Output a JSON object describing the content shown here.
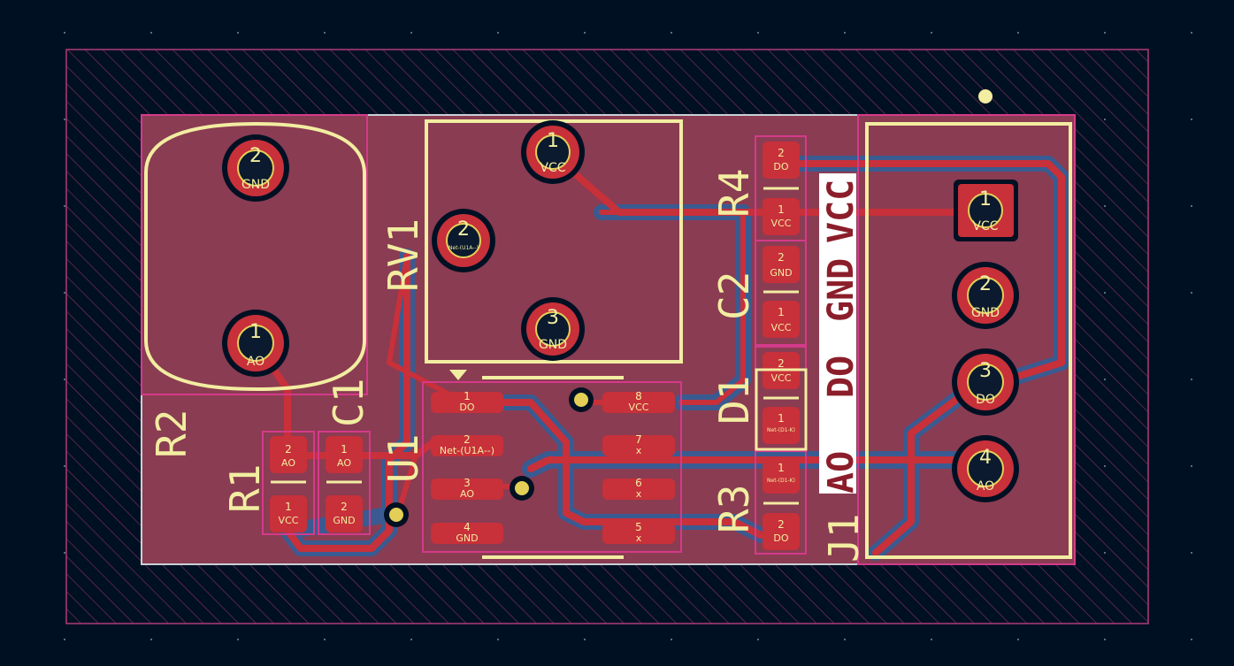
{
  "board": {
    "references": {
      "r2": "R2",
      "rv1": "RV1",
      "c1": "C1",
      "r1": "R1",
      "u1": "U1",
      "r4": "R4",
      "c2": "C2",
      "d1": "D1",
      "r3": "R3",
      "j1": "J1"
    },
    "connector_labels": {
      "vcc": "VCC",
      "gnd": "GND",
      "do": "DO",
      "ao": "AO"
    },
    "r2_pads": [
      {
        "num": "2",
        "net": "GND"
      },
      {
        "num": "1",
        "net": "AO"
      }
    ],
    "rv1_pads": [
      {
        "num": "1",
        "net": "VCC"
      },
      {
        "num": "2",
        "net": "Net-(U1A--)"
      },
      {
        "num": "3",
        "net": "GND"
      }
    ],
    "j1_pads": [
      {
        "num": "1",
        "net": "VCC"
      },
      {
        "num": "2",
        "net": "GND"
      },
      {
        "num": "3",
        "net": "DO"
      },
      {
        "num": "4",
        "net": "AO"
      }
    ],
    "r1_pads": [
      {
        "num": "2",
        "net": "AO"
      },
      {
        "num": "1",
        "net": "VCC"
      }
    ],
    "c1_pads": [
      {
        "num": "1",
        "net": "AO"
      },
      {
        "num": "2",
        "net": "GND"
      }
    ],
    "u1_pads_left": [
      {
        "num": "1",
        "net": "DO"
      },
      {
        "num": "2",
        "net": "Net-(U1A--)"
      },
      {
        "num": "3",
        "net": "AO"
      },
      {
        "num": "4",
        "net": "GND"
      }
    ],
    "u1_pads_right": [
      {
        "num": "8",
        "net": "VCC"
      },
      {
        "num": "7",
        "net": "x"
      },
      {
        "num": "6",
        "net": "x"
      },
      {
        "num": "5",
        "net": "x"
      }
    ],
    "r4_pads": [
      {
        "num": "2",
        "net": "DO"
      },
      {
        "num": "1",
        "net": "VCC"
      }
    ],
    "c2_pads": [
      {
        "num": "2",
        "net": "GND"
      },
      {
        "num": "1",
        "net": "VCC"
      }
    ],
    "d1_pads": [
      {
        "num": "2",
        "net": "VCC"
      },
      {
        "num": "1",
        "net": "Net-(D1-K)"
      }
    ],
    "r3_pads": [
      {
        "num": "1",
        "net": "Net-(D1-K)"
      },
      {
        "num": "2",
        "net": "DO"
      }
    ]
  },
  "colors": {
    "background": "#001023",
    "board_fill": "#8a3c52",
    "copper": "#c8303a",
    "track_back": "#3a5b91",
    "silkscreen": "#f2eda1",
    "courtyard": "#d43a8a",
    "via": "#e3cf57"
  }
}
